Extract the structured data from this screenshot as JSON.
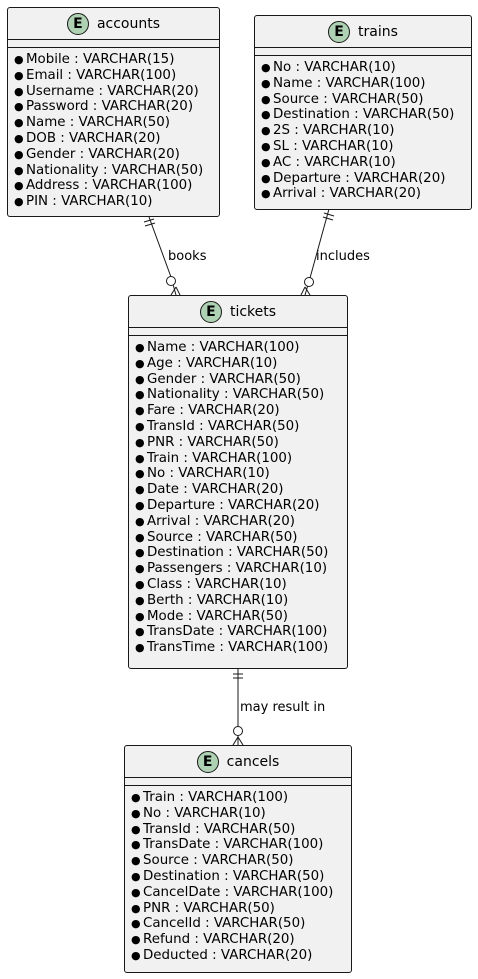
{
  "entities": {
    "accounts": {
      "name": "accounts",
      "icon": "E",
      "attributes": [
        "Mobile : VARCHAR(15)",
        "Email : VARCHAR(100)",
        "Username : VARCHAR(20)",
        "Password : VARCHAR(20)",
        "Name : VARCHAR(50)",
        "DOB : VARCHAR(20)",
        "Gender : VARCHAR(20)",
        "Nationality : VARCHAR(50)",
        "Address : VARCHAR(100)",
        "PIN : VARCHAR(10)"
      ]
    },
    "trains": {
      "name": "trains",
      "icon": "E",
      "attributes": [
        "No : VARCHAR(10)",
        "Name : VARCHAR(100)",
        "Source : VARCHAR(50)",
        "Destination : VARCHAR(50)",
        "2S : VARCHAR(10)",
        "SL : VARCHAR(10)",
        "AC : VARCHAR(10)",
        "Departure : VARCHAR(20)",
        "Arrival : VARCHAR(20)"
      ]
    },
    "tickets": {
      "name": "tickets",
      "icon": "E",
      "attributes": [
        "Name : VARCHAR(100)",
        "Age : VARCHAR(10)",
        "Gender : VARCHAR(50)",
        "Nationality : VARCHAR(50)",
        "Fare : VARCHAR(20)",
        "TransId : VARCHAR(50)",
        "PNR : VARCHAR(50)",
        "Train : VARCHAR(100)",
        "No : VARCHAR(10)",
        "Date : VARCHAR(20)",
        "Departure : VARCHAR(20)",
        "Arrival : VARCHAR(20)",
        "Source : VARCHAR(50)",
        "Destination : VARCHAR(50)",
        "Passengers : VARCHAR(10)",
        "Class : VARCHAR(10)",
        "Berth : VARCHAR(10)",
        "Mode : VARCHAR(50)",
        "TransDate : VARCHAR(100)",
        "TransTime : VARCHAR(100)"
      ]
    },
    "cancels": {
      "name": "cancels",
      "icon": "E",
      "attributes": [
        "Train : VARCHAR(100)",
        "No : VARCHAR(10)",
        "TransId : VARCHAR(50)",
        "TransDate : VARCHAR(100)",
        "Source : VARCHAR(50)",
        "Destination : VARCHAR(50)",
        "CancelDate : VARCHAR(100)",
        "PNR : VARCHAR(50)",
        "CancelId : VARCHAR(50)",
        "Refund : VARCHAR(20)",
        "Deducted : VARCHAR(20)"
      ]
    }
  },
  "relationships": [
    {
      "from": "accounts",
      "to": "tickets",
      "label": "books",
      "from_cardinality": "exactly-one",
      "to_cardinality": "zero-or-many"
    },
    {
      "from": "trains",
      "to": "tickets",
      "label": "includes",
      "from_cardinality": "exactly-one",
      "to_cardinality": "zero-or-many"
    },
    {
      "from": "tickets",
      "to": "cancels",
      "label": "may result in",
      "from_cardinality": "exactly-one",
      "to_cardinality": "zero-or-many"
    }
  ],
  "colors": {
    "entity_fill": "#f1f1f1",
    "border": "#181818",
    "badge_fill": "#add1b2"
  }
}
